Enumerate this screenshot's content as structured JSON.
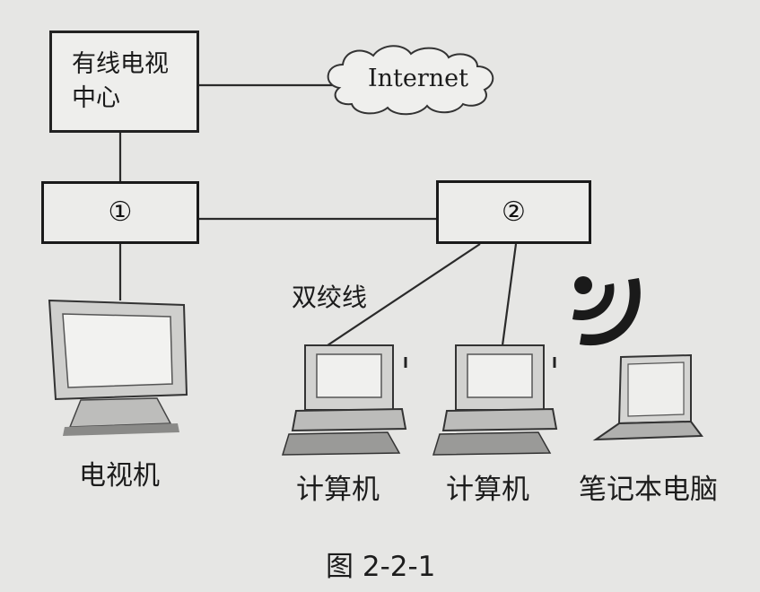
{
  "diagram": {
    "cable_tv_center": {
      "line1": "有线电视",
      "line2": "中心"
    },
    "internet_label": "Internet",
    "device_1_label": "①",
    "device_2_label": "②",
    "twisted_pair_label": "双绞线",
    "tv_label": "电视机",
    "computer_1_label": "计算机",
    "computer_2_label": "计算机",
    "laptop_label": "笔记本电脑",
    "figure_caption": "图 2-2-1"
  },
  "colors": {
    "background": "#e6e6e4",
    "line": "#222222",
    "device_fill": "#ececea"
  }
}
